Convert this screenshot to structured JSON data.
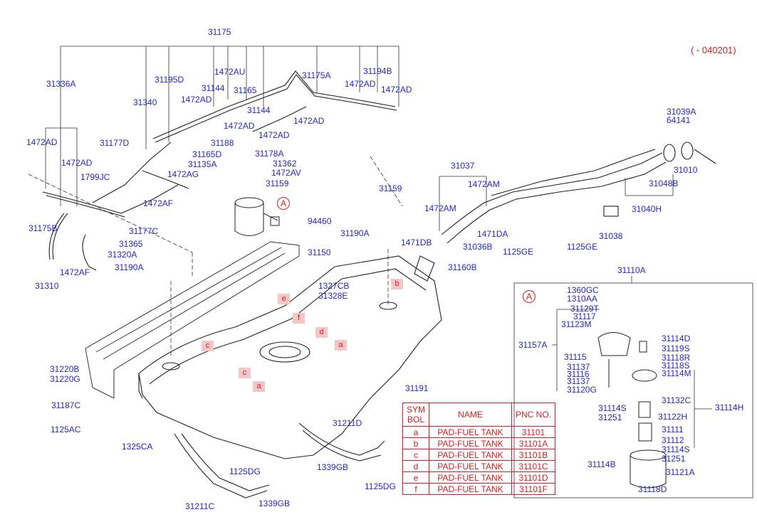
{
  "revision": "( - 040201)",
  "labels": {
    "l31175": "31175",
    "l31336A": "31336A",
    "l31195D": "31195D",
    "l1472AU": "1472AU",
    "l31144a": "31144",
    "l31165": "31165",
    "l1472ADa": "1472AD",
    "l31340": "31340",
    "l31144b": "31144",
    "l1472ADb": "1472AD",
    "l1472ADc": "1472AD",
    "l31188": "31188",
    "l31175A": "31175A",
    "l31194B": "31194B",
    "l1472ADd": "1472AD",
    "l1472ADe": "1472AD",
    "l1472ADf": "1472AD",
    "l1472ADg": "1472AD",
    "l1472ADh": "1472AD",
    "l31177D": "31177D",
    "l31135A": "31135A",
    "l31165D": "31165D",
    "l31178A": "31178A",
    "l31362": "31362",
    "l1472AG": "1472AG",
    "l1472AV": "1472AV",
    "l1799JC": "1799JC",
    "l31159a": "31159",
    "l1472AF": "1472AF",
    "l94460": "94460",
    "l31175B": "31175B",
    "l31177C": "31177C",
    "l31365": "31365",
    "l31320A": "31320A",
    "l1472AFb": "1472AF",
    "l31310": "31310",
    "l31190Aa": "31190A",
    "l31159b": "31159",
    "l31190Ab": "31190A",
    "l31150": "31150",
    "l1327CB": "1327CB",
    "l31328E": "31328E",
    "l31037": "31037",
    "l1472AMa": "1472AM",
    "l1472AMb": "1472AM",
    "l1471DB": "1471DB",
    "l1471DA": "1471DA",
    "l31036B": "31036B",
    "l31160B": "31160B",
    "l1125GEa": "1125GE",
    "l1125GEb": "1125GE",
    "l31038": "31038",
    "l31039A": "31039A",
    "l64141": "64141",
    "l31010": "31010",
    "l31048B": "31048B",
    "l31040H": "31040H",
    "l31110A": "31110A",
    "l1360GC": "1360GC",
    "l1310AA": "1310AA",
    "l31129T": "31129T",
    "l31117": "31117",
    "l31123M": "31123M",
    "l31157A": "31157A",
    "l31115": "31115",
    "l31137a": "31137",
    "l31116": "31116",
    "l31137b": "31137",
    "l31120G": "31120G",
    "l31114D": "31114D",
    "l31119S": "31119S",
    "l31118R": "31118R",
    "l31118S": "31118S",
    "l31114M": "31114M",
    "l31132C": "31132C",
    "l31114H": "31114H",
    "l31114S": "31114S",
    "l31122H": "31122H",
    "l31251a": "31251",
    "l31111": "31111",
    "l31112": "31112",
    "l31114Sb": "31114S",
    "l31251b": "31251",
    "l31114B": "31114B",
    "l31121A": "31121A",
    "l31118D": "31118D",
    "l31220B": "31220B",
    "l31220G": "31220G",
    "l31187C": "31187C",
    "l1125AC": "1125AC",
    "l1325CA": "1325CA",
    "l31191": "31191",
    "l31211D": "31211D",
    "l1339GBa": "1339GB",
    "l1125DGa": "1125DG",
    "l1125DGb": "1125DG",
    "l31211C": "31211C",
    "l1339GBb": "1339GB"
  },
  "callout_A": "A",
  "pad_tags": {
    "a1": "a",
    "a2": "a",
    "b": "b",
    "c1": "c",
    "c2": "c",
    "d": "d",
    "e": "e",
    "f": "f"
  },
  "legend": {
    "headers": [
      "SYM BOL",
      "NAME",
      "PNC NO."
    ],
    "rows": [
      {
        "sym": "a",
        "name": "PAD-FUEL TANK",
        "pnc": "31101"
      },
      {
        "sym": "b",
        "name": "PAD-FUEL TANK",
        "pnc": "31101A"
      },
      {
        "sym": "c",
        "name": "PAD-FUEL TANK",
        "pnc": "31101B"
      },
      {
        "sym": "d",
        "name": "PAD-FUEL TANK",
        "pnc": "31101C"
      },
      {
        "sym": "e",
        "name": "PAD-FUEL TANK",
        "pnc": "31101D"
      },
      {
        "sym": "f",
        "name": "PAD-FUEL TANK",
        "pnc": "31101F"
      }
    ]
  }
}
